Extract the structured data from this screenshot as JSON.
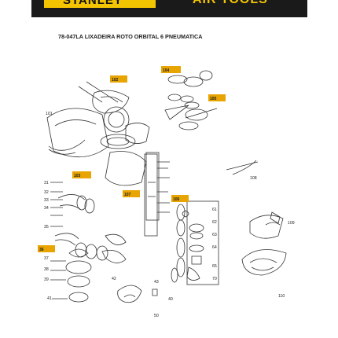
{
  "banner": {
    "brand": "STANLEY",
    "category": "AIR TOOLS",
    "colors": {
      "brand": "#f3c400",
      "dark": "#1a1a1a",
      "tag_box": "#e8a400"
    }
  },
  "document": {
    "title": "78-047LA   LIXADEIRA ROTO ORBITAL 6 PNEUMATICA"
  },
  "callouts": [
    {
      "name": "callout-101",
      "text": "101"
    },
    {
      "name": "callout-102",
      "text": "102"
    },
    {
      "name": "callout-103",
      "text": "103"
    },
    {
      "name": "callout-104",
      "text": "104"
    },
    {
      "name": "callout-105",
      "text": "105"
    },
    {
      "name": "callout-106",
      "text": "106"
    },
    {
      "name": "callout-107",
      "text": "107"
    },
    {
      "name": "callout-108",
      "text": "108"
    },
    {
      "name": "callout-109",
      "text": "109"
    },
    {
      "name": "callout-110",
      "text": "110"
    },
    {
      "name": "callout-31",
      "text": "31"
    },
    {
      "name": "callout-32",
      "text": "32"
    },
    {
      "name": "callout-33",
      "text": "33"
    },
    {
      "name": "callout-34",
      "text": "34"
    },
    {
      "name": "callout-35",
      "text": "35"
    },
    {
      "name": "callout-36",
      "text": "36"
    },
    {
      "name": "callout-37",
      "text": "37"
    },
    {
      "name": "callout-38",
      "text": "38"
    },
    {
      "name": "callout-39",
      "text": "39"
    },
    {
      "name": "callout-40",
      "text": "40"
    },
    {
      "name": "callout-41",
      "text": "41"
    },
    {
      "name": "callout-42",
      "text": "42"
    },
    {
      "name": "callout-43",
      "text": "43"
    },
    {
      "name": "callout-50",
      "text": "50"
    },
    {
      "name": "callout-61",
      "text": "61"
    },
    {
      "name": "callout-62",
      "text": "62"
    },
    {
      "name": "callout-63",
      "text": "63"
    },
    {
      "name": "callout-64",
      "text": "64"
    },
    {
      "name": "callout-65",
      "text": "65"
    },
    {
      "name": "callout-70",
      "text": "70"
    }
  ]
}
